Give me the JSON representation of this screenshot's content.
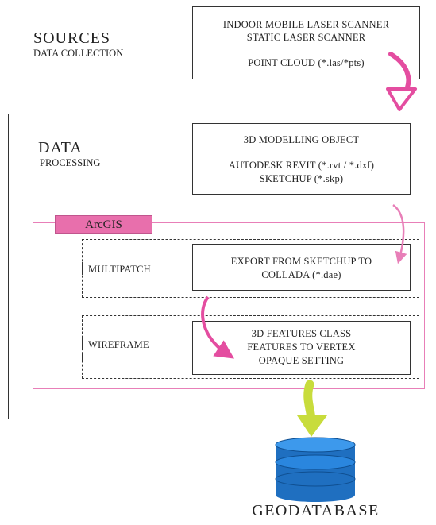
{
  "sources": {
    "title": "SOURCES",
    "subtitle": "DATA COLLECTION",
    "box_lines": [
      "INDOOR MOBILE LASER SCANNER",
      "STATIC LASER SCANNER",
      "POINT CLOUD (*.las/*pts)"
    ]
  },
  "data": {
    "title": "DATA",
    "subtitle": "PROCESSING",
    "box_lines": [
      "3D MODELLING OBJECT",
      "AUTODESK REVIT (*.rvt / *.dxf)",
      "SKETCHUP (*.skp)"
    ]
  },
  "arcgis": {
    "label": "ArcGIS",
    "multipatch": {
      "label": "MULTIPATCH",
      "box_lines": [
        "EXPORT FROM SKETCHUP  TO",
        "COLLADA (*.dae)"
      ]
    },
    "wireframe": {
      "label": "WIREFRAME",
      "box_lines": [
        "3D FEATURES CLASS",
        "FEATURES TO VERTEX",
        "OPAQUE SETTING"
      ]
    }
  },
  "output": {
    "label": "GEODATABASE"
  },
  "colors": {
    "pink": "#e44da0",
    "pink_light": "#e87fb8",
    "yellow_green": "#c8dc3c",
    "db_blue": "#1f6fc0"
  },
  "icons": [
    "curved-arrow-icon",
    "database-icon"
  ]
}
